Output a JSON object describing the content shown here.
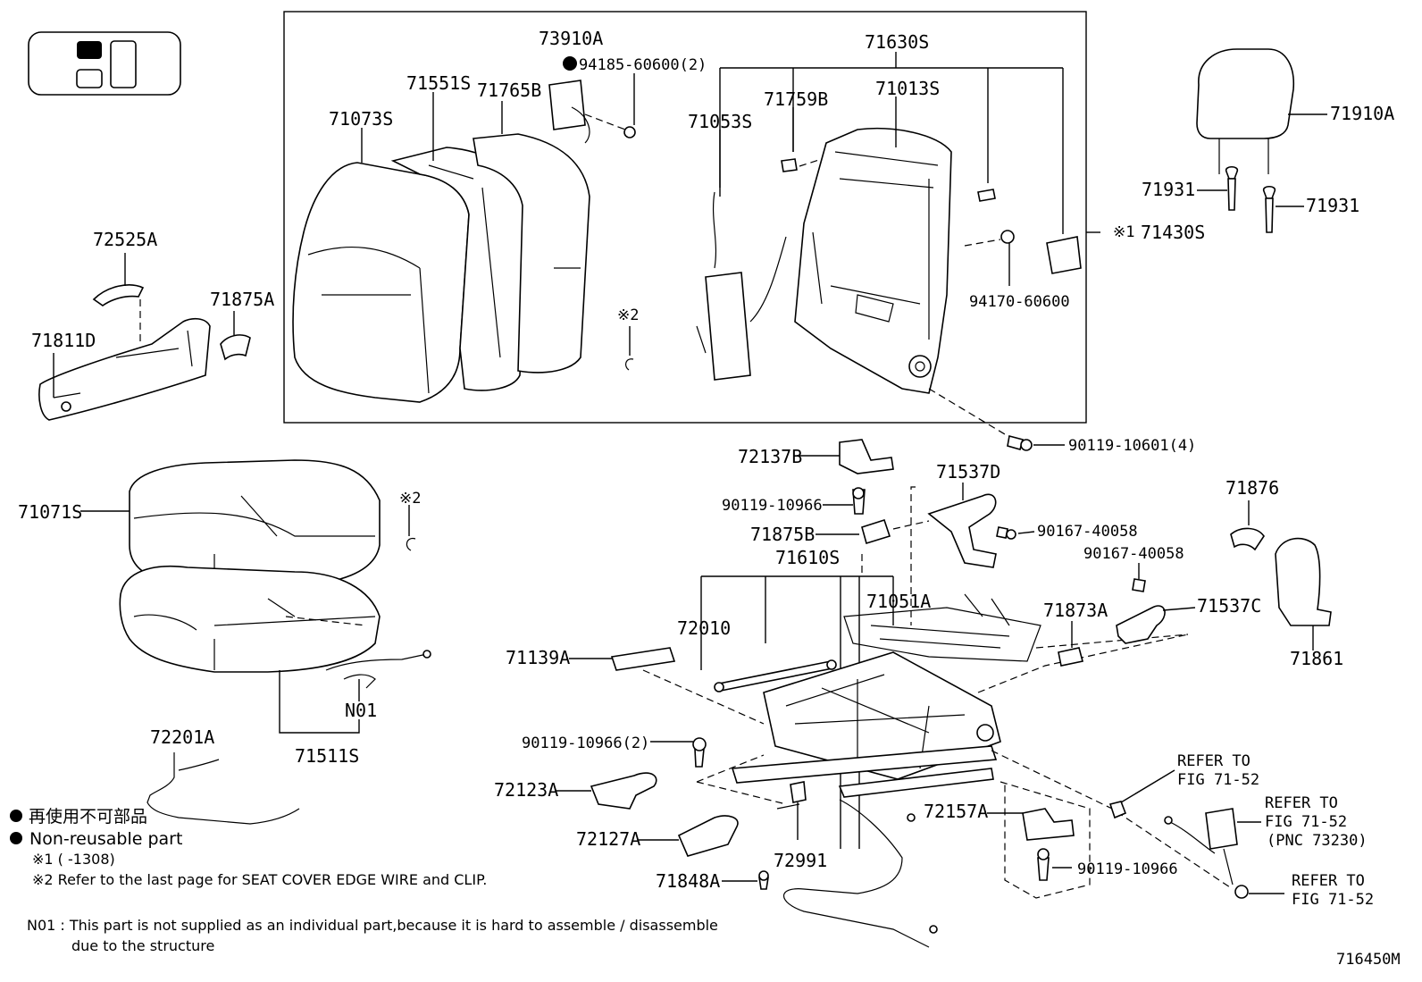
{
  "labels": {
    "p73910A": "73910A",
    "p94185": "94185-60600(2)",
    "p71551S": "71551S",
    "p71765B": "71765B",
    "p71073S": "71073S",
    "p71630S": "71630S",
    "p71759B": "71759B",
    "p71013S": "71013S",
    "p71053S": "71053S",
    "p71910A": "71910A",
    "p71931a": "71931",
    "p71931b": "71931",
    "p71430S": "71430S",
    "p94170": "94170-60600",
    "p72525A": "72525A",
    "p71875A": "71875A",
    "p71811D": "71811D",
    "p90119_4": "90119-10601(4)",
    "p72137B": "72137B",
    "p71537D": "71537D",
    "p90119_10966a": "90119-10966",
    "p90167a": "90167-40058",
    "p71875B": "71875B",
    "p71876": "71876",
    "p90167b": "90167-40058",
    "p71610S": "71610S",
    "p71051A": "71051A",
    "p71873A": "71873A",
    "p71537C": "71537C",
    "p71071S": "71071S",
    "p72010": "72010",
    "p71139A": "71139A",
    "p71861": "71861",
    "pN01": "N01",
    "p71511S": "71511S",
    "p72201A": "72201A",
    "p90119_2": "90119-10966(2)",
    "p72123A": "72123A",
    "p72127A": "72127A",
    "p72991": "72991",
    "p71848A": "71848A",
    "p72157A": "72157A",
    "p90119_10966b": "90119-10966",
    "mark_x2_top": "※2",
    "mark_x2_left": "※2",
    "mark_x1": "※1"
  },
  "refers": {
    "r1_line1": "REFER TO",
    "r1_line2": "FIG 71-52",
    "r2_line1": "REFER TO",
    "r2_line2": "FIG 71-52",
    "r2_line3": "(PNC 73230)",
    "r3_line1": "REFER TO",
    "r3_line2": "FIG 71-52"
  },
  "notes": {
    "nonreusable_jp": "再使用不可部品",
    "nonreusable_en": "Non-reusable part",
    "x1": "※1 (     -1308)",
    "x2": "※2 Refer to the last page for SEAT COVER EDGE WIRE and CLIP.",
    "n01_line1": "N01 : This part is not supplied as an individual part,because it is hard to assemble / disassemble",
    "n01_line2": "due to the structure"
  },
  "figure_id": "716450M"
}
